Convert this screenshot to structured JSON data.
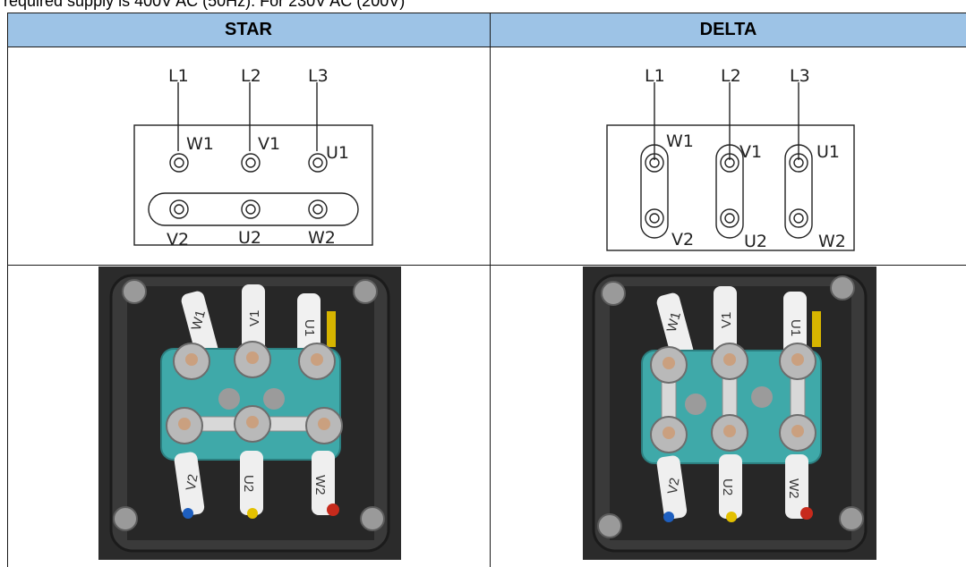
{
  "top_text": "required supply is 400V AC (50Hz). For 230V AC (200V)",
  "table": {
    "headers": [
      "STAR",
      "DELTA"
    ]
  },
  "star_diagram": {
    "line_labels": [
      "L1",
      "L2",
      "L3"
    ],
    "top_terminals": [
      "W1",
      "V1",
      "U1"
    ],
    "bottom_terminals": [
      "V2",
      "U2",
      "W2"
    ]
  },
  "delta_diagram": {
    "line_labels": [
      "L1",
      "L2",
      "L3"
    ],
    "top_terminals": [
      "W1",
      "V1",
      "U1"
    ],
    "bottom_terminals": [
      "V2",
      "U2",
      "W2"
    ]
  },
  "star_photo": {
    "wire_labels_top": [
      "W1",
      "V1",
      "U1"
    ],
    "wire_labels_bottom": [
      "V2",
      "U2",
      "W2"
    ]
  },
  "delta_photo": {
    "wire_labels_top": [
      "W1",
      "V1",
      "U1"
    ],
    "wire_labels_bottom": [
      "V2",
      "U2",
      "W2"
    ]
  },
  "colors": {
    "header_bg": "#9dc3e6",
    "border": "#1a1a1a",
    "block": "#3fa9a9",
    "housing": "#2b2b2b"
  }
}
